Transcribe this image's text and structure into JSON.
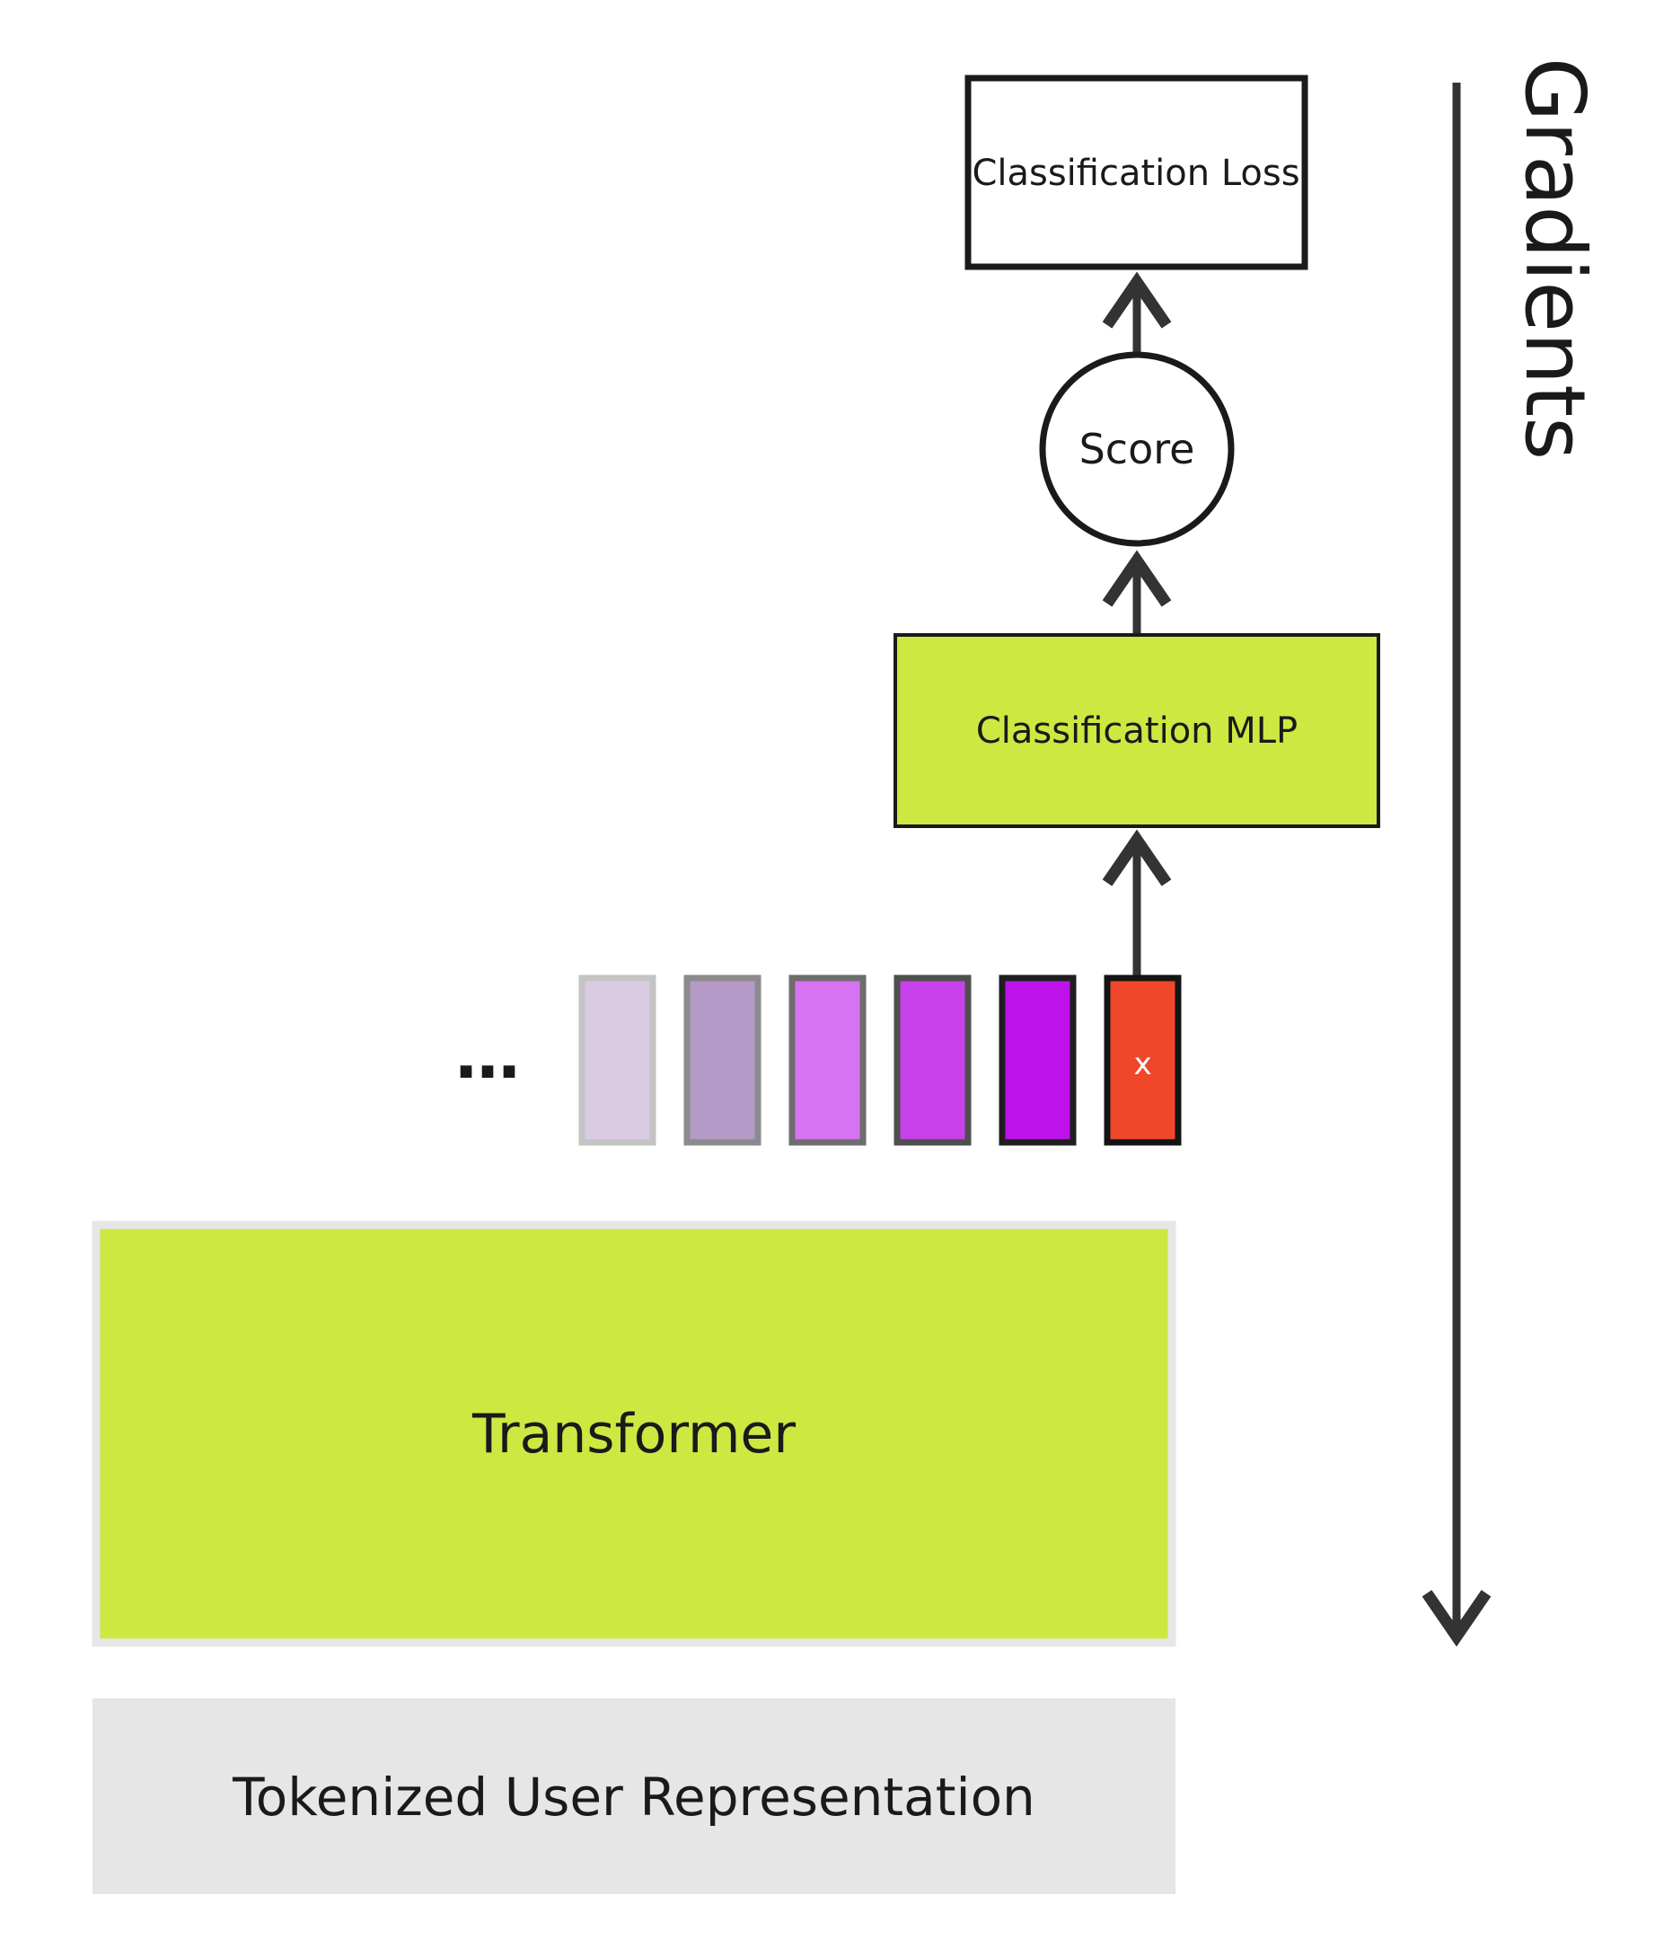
{
  "nodes": {
    "classification_loss": "Classification Loss",
    "score": "Score",
    "classification_mlp": "Classification MLP",
    "transformer": "Transformer",
    "tokenized_input": "Tokenized User Representation",
    "gradients": "Gradients",
    "ellipsis": "…",
    "last_token": "x"
  },
  "tokens": [
    {
      "fill": "#dacbe3",
      "stroke": "#c4c4c4"
    },
    {
      "fill": "#b59ac8",
      "stroke": "#8c8a8c"
    },
    {
      "fill": "#d773f2",
      "stroke": "#6e6e6e"
    },
    {
      "fill": "#c840ea",
      "stroke": "#4f4f4f"
    },
    {
      "fill": "#bd13ea",
      "stroke": "#1f1f1f"
    },
    {
      "fill": "#f0472a",
      "stroke": "#141414"
    }
  ],
  "colors": {
    "lime": "#cee842",
    "input_gray": "#e6e6e6",
    "arrow": "#333333"
  }
}
